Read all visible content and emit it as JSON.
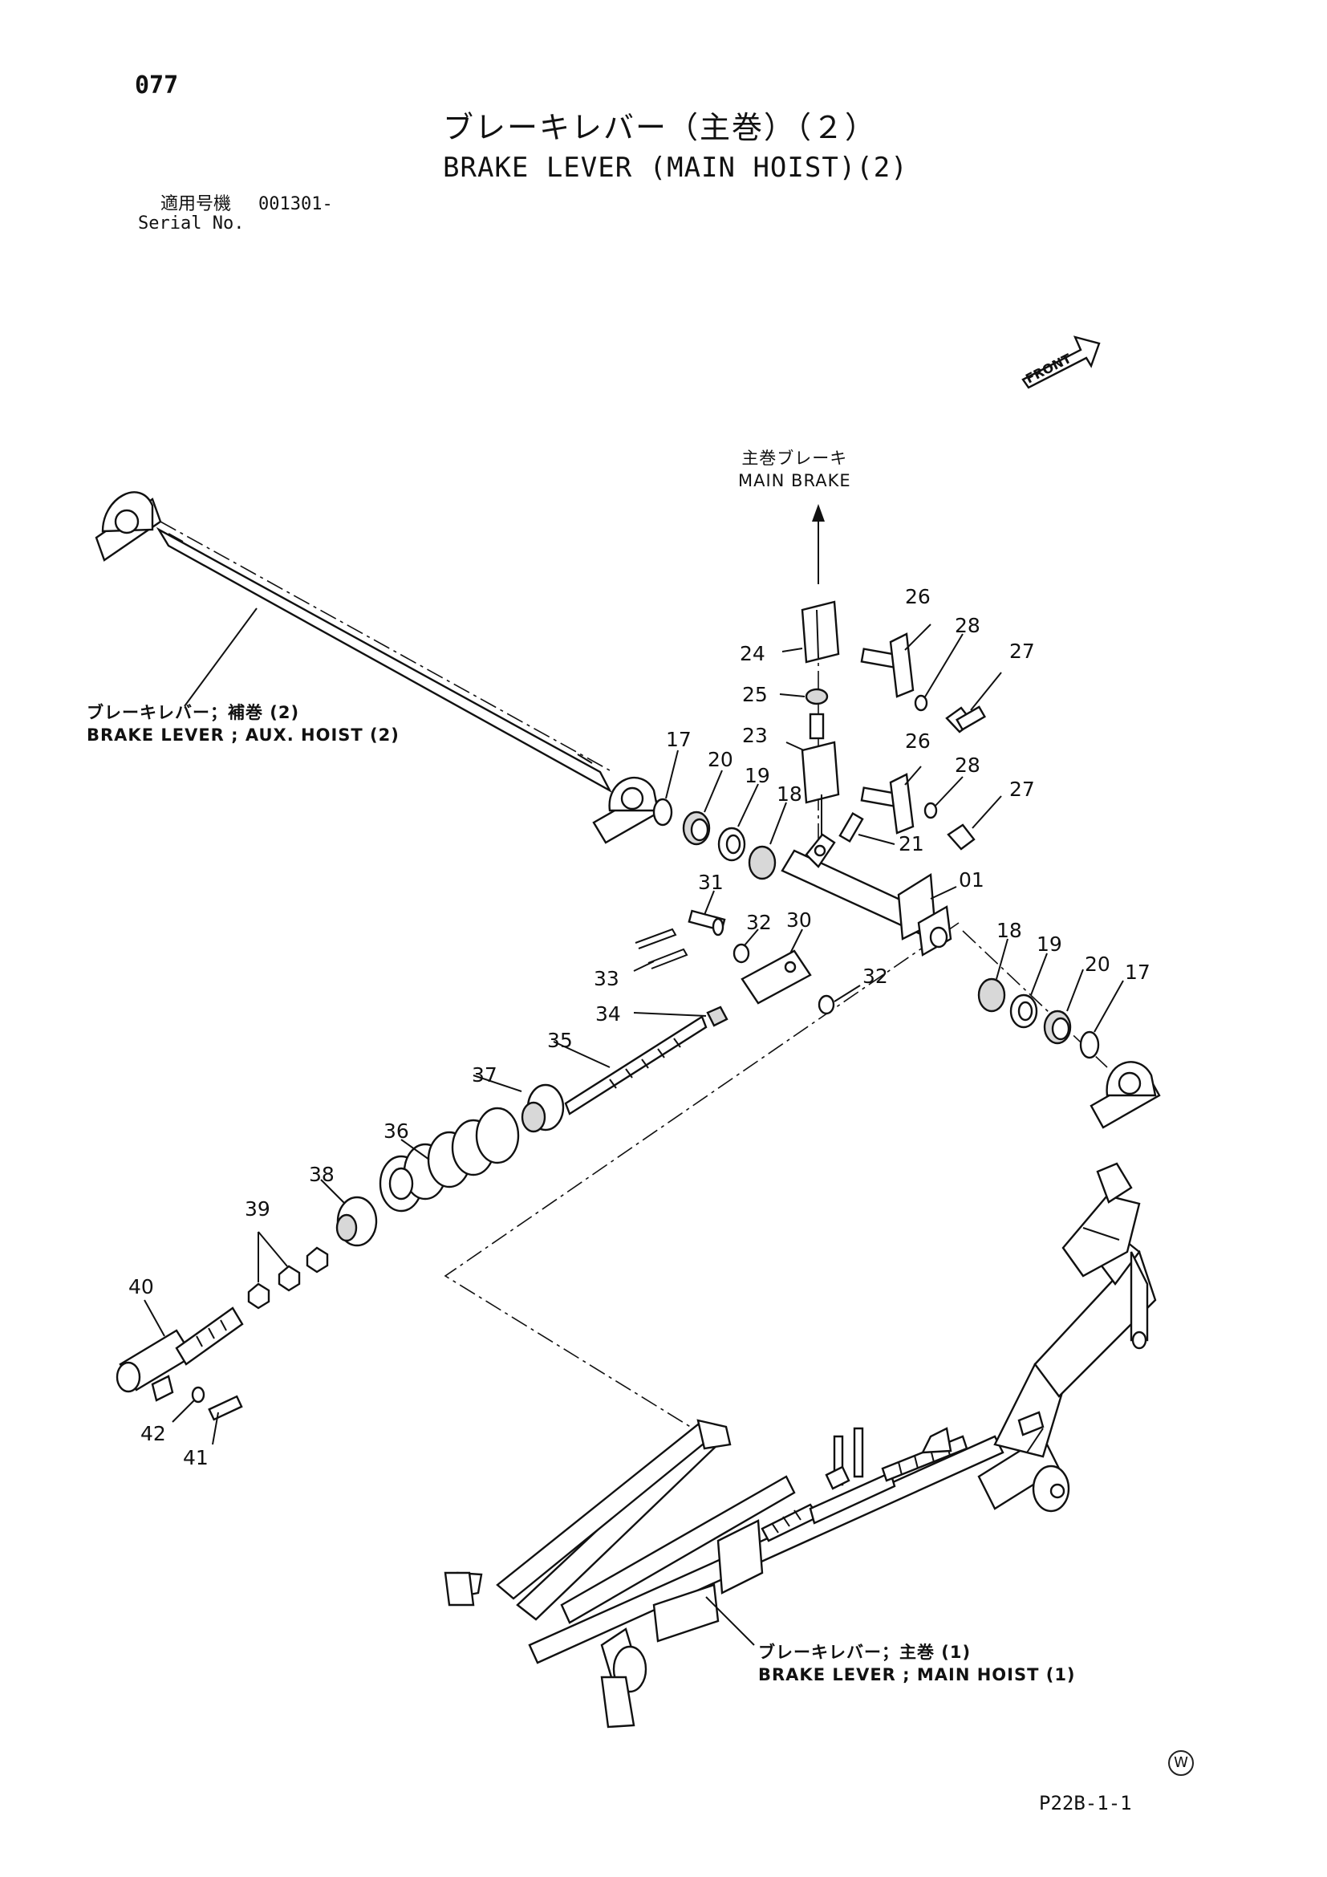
{
  "header": {
    "page_number": "077",
    "title_jp": "ブレーキレバー（主巻）（２）",
    "title_en": "BRAKE LEVER (MAIN HOIST)(2)",
    "serial_label_jp": "適用号機",
    "serial_value": "001301-",
    "serial_label_en": "Serial No."
  },
  "front_badge": "FRONT",
  "notes": {
    "main_brake_jp": "主巻ブレーキ",
    "main_brake_en": "MAIN BRAKE",
    "aux_hoist_jp": "ブレーキレバー；補巻 (2)",
    "aux_hoist_en": "BRAKE LEVER ; AUX. HOIST (2)",
    "main_hoist_jp": "ブレーキレバー；主巻 (1)",
    "main_hoist_en": "BRAKE LEVER ; MAIN HOIST (1)"
  },
  "callouts": [
    "26",
    "28",
    "27",
    "24",
    "25",
    "17",
    "20",
    "23",
    "26",
    "28",
    "27",
    "19",
    "18",
    "21",
    "31",
    "01",
    "18",
    "19",
    "20",
    "17",
    "32",
    "30",
    "33",
    "32",
    "34",
    "35",
    "37",
    "36",
    "38",
    "39",
    "40",
    "42",
    "41"
  ],
  "footer": {
    "code": "P22B-1-1",
    "mark": "W"
  }
}
